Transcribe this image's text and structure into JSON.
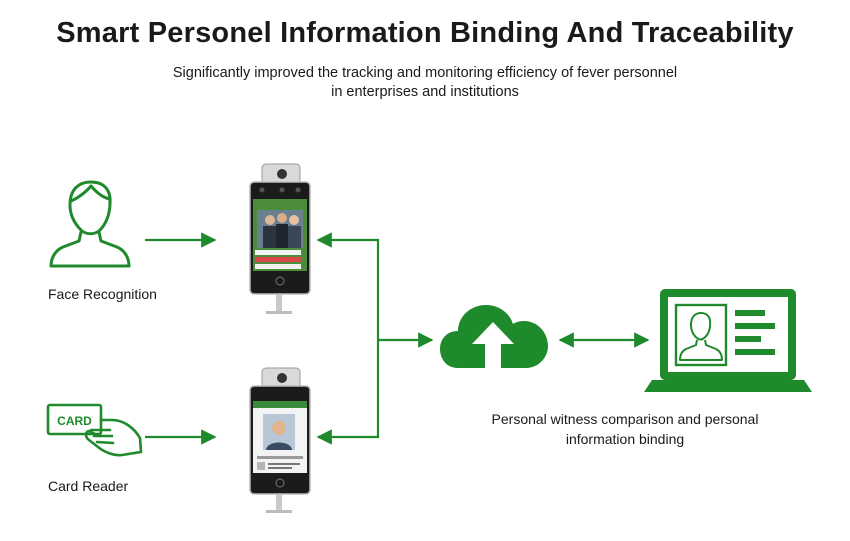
{
  "title": "Smart Personel Information Binding And Traceability",
  "subtitle_line1": "Significantly improved the tracking and monitoring efficiency of fever personnel",
  "subtitle_line2": "in enterprises and institutions",
  "nodes": {
    "face_label": "Face Recognition",
    "card_label": "Card Reader",
    "card_text": "CARD",
    "binding_line1": "Personal witness comparison and personal",
    "binding_line2": "information binding"
  },
  "colors": {
    "accent_green": "#1f8a2c",
    "device_dark": "#222222",
    "device_frame": "#cfcfcf"
  },
  "icons": [
    "person-icon",
    "card-hand-icon",
    "cloud-upload-icon",
    "laptop-profile-icon",
    "terminal-device"
  ]
}
